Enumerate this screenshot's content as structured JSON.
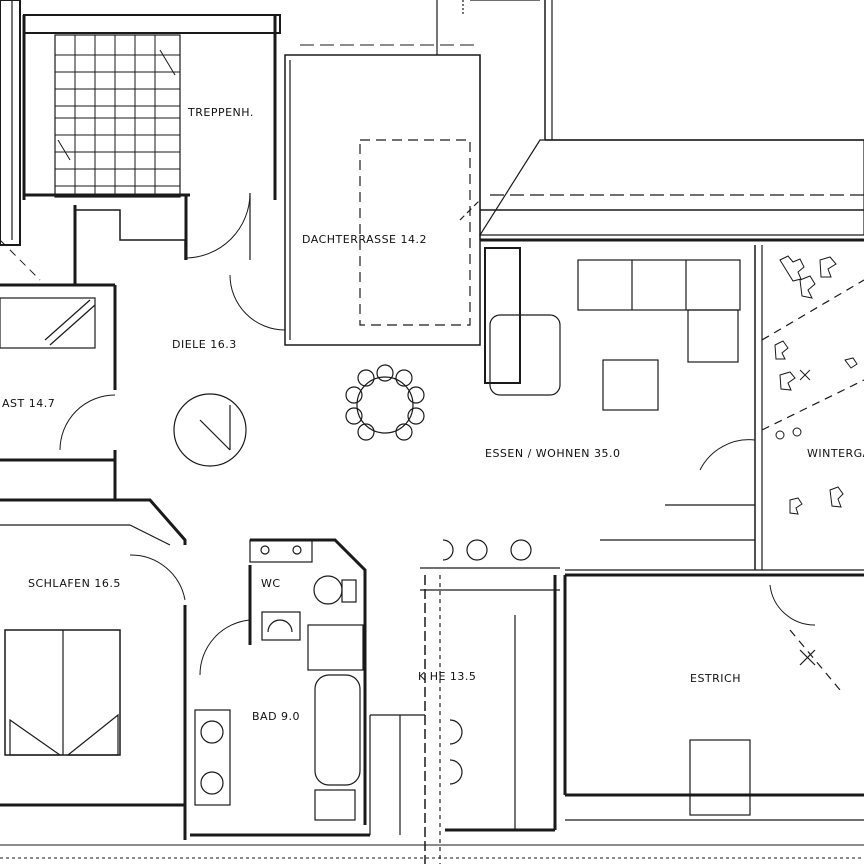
{
  "rooms": {
    "treppenhaus": "TREPPENH.",
    "dachterrasse": "DACHTERRASSE  14.2",
    "diele": "DIELE  16.3",
    "gast": "AST  14.7",
    "essen_wohnen": "ESSEN / WOHNEN  35.0",
    "wintergarten": "WINTERGA",
    "schlafen": "SCHLAFEN  16.5",
    "wc": "WC",
    "bad": "BAD  9.0",
    "kueche": "K   HE  13.5",
    "estrich": "ESTRICH"
  },
  "colors": {
    "ink": "#1a1a1a",
    "paper": "#ffffff"
  }
}
